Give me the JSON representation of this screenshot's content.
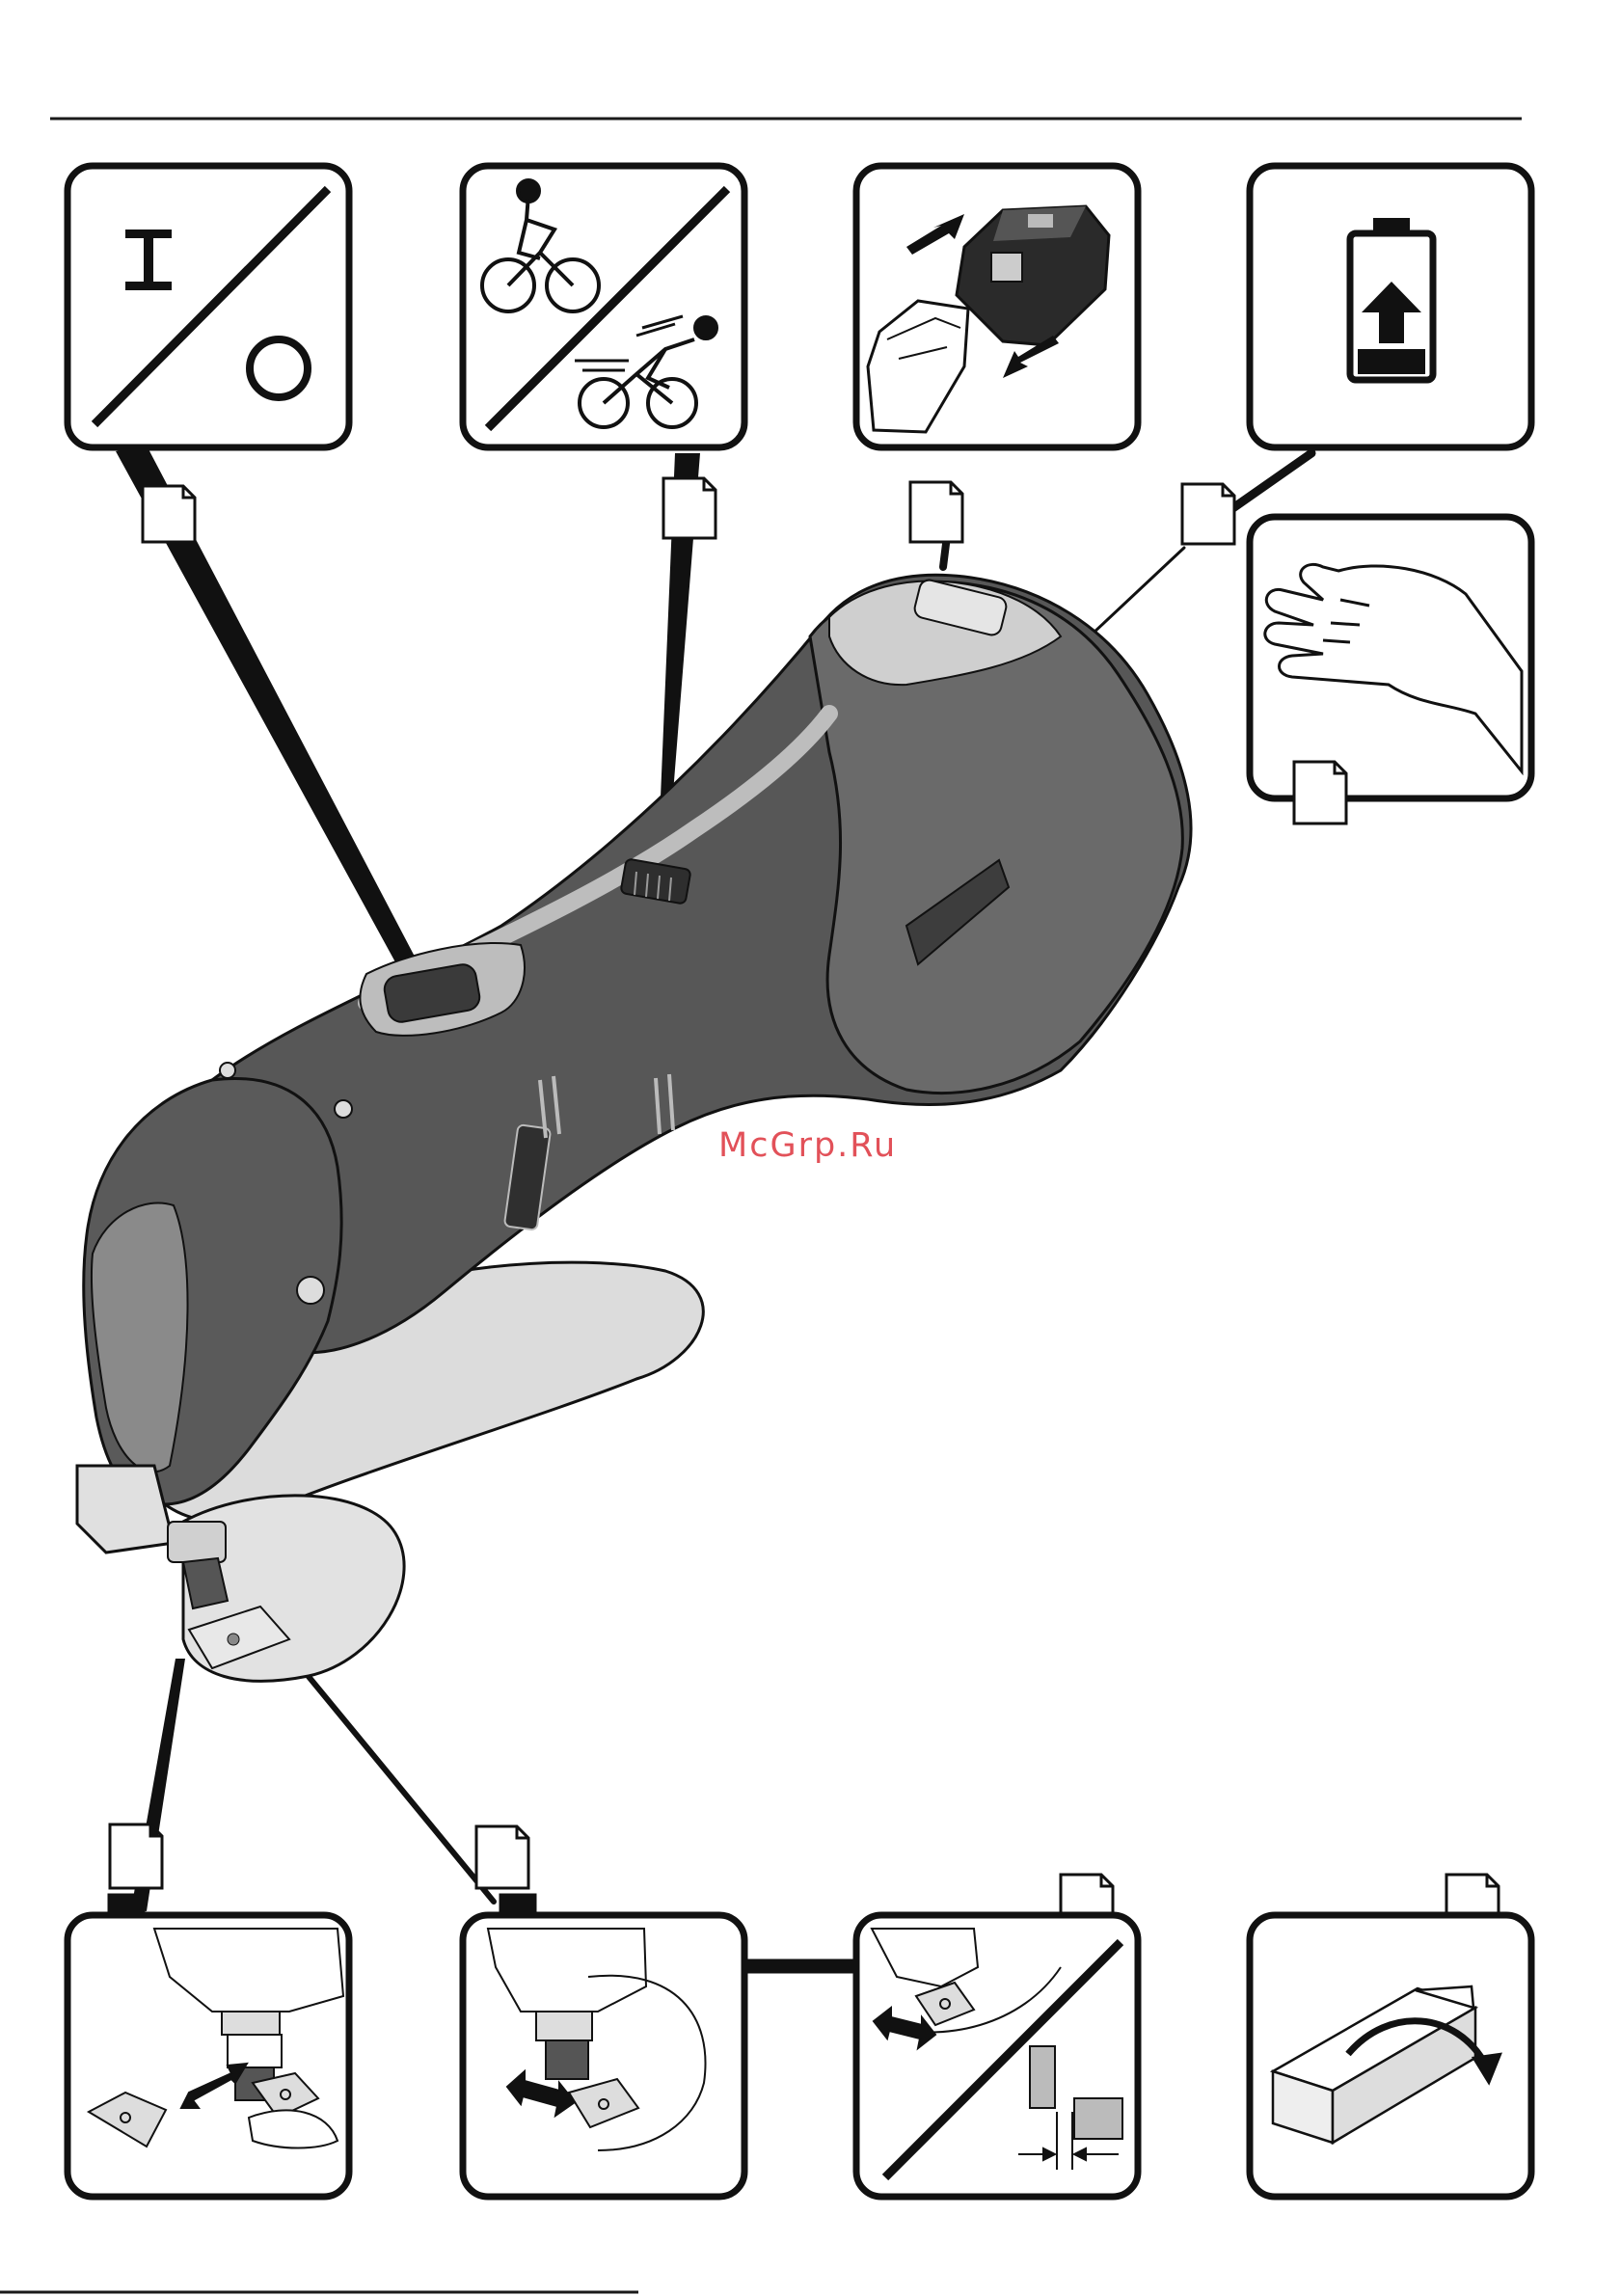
{
  "page": {
    "watermark": "McGrp.Ru"
  },
  "panels": [
    {
      "id": "on-off",
      "icon": "on-off-switch-icon"
    },
    {
      "id": "speed",
      "icon": "slow-fast-cyclist-icon"
    },
    {
      "id": "battery-insert",
      "icon": "battery-insert-icon"
    },
    {
      "id": "battery-charge",
      "icon": "battery-charging-icon"
    },
    {
      "id": "hand",
      "icon": "hand-grip-icon"
    },
    {
      "id": "blade-replace",
      "icon": "blade-replacement-icon"
    },
    {
      "id": "blade-adjust",
      "icon": "blade-adjustment-icon"
    },
    {
      "id": "blade-gap",
      "icon": "cutting-gap-icon"
    },
    {
      "id": "workpiece",
      "icon": "workpiece-bending-icon"
    }
  ],
  "colors": {
    "frame": "#1a1a1a",
    "tool_dark": "#4a4a4a",
    "tool_mid": "#7a7a7a",
    "tool_light": "#d4d4d4",
    "watermark": "#e0434b"
  }
}
